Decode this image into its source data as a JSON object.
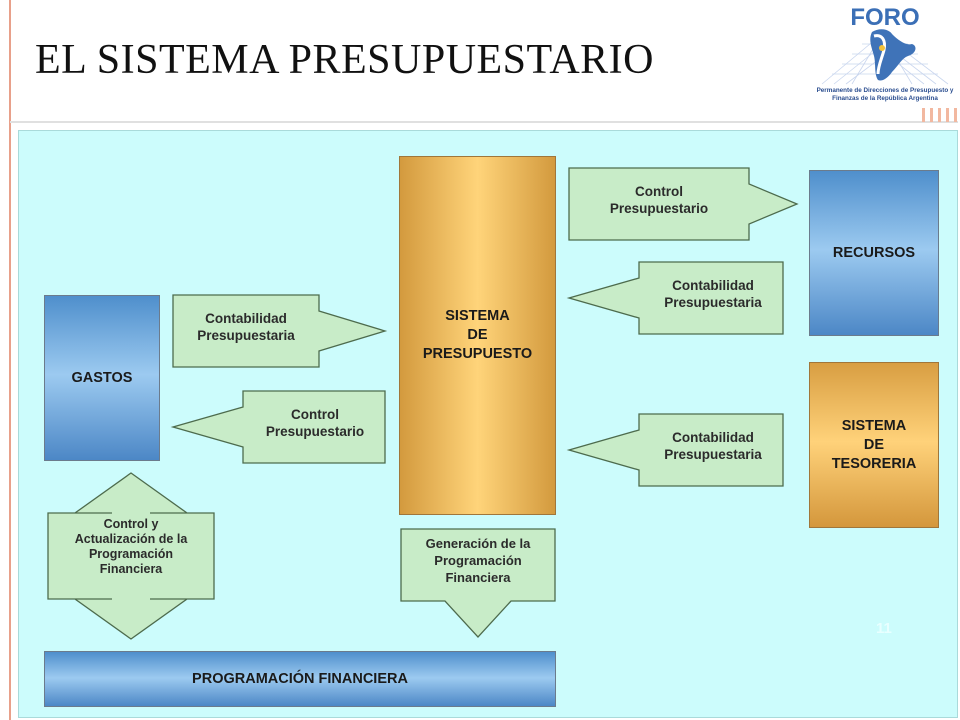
{
  "title": "EL SISTEMA PRESUPUESTARIO",
  "logo": {
    "word": "FORO",
    "caption": "Permanente de Direcciones de Presupuesto y Finanzas de la República Argentina"
  },
  "nodes": {
    "sistema": [
      "SISTEMA",
      "DE",
      "PRESUPUESTO"
    ],
    "recursos": "RECURSOS",
    "tesoreria": [
      "SISTEMA",
      "DE",
      "TESORERIA"
    ],
    "gastos": "GASTOS",
    "programacion": "PROGRAMACIÓN FINANCIERA"
  },
  "arrows": {
    "control_top": [
      "Control",
      "Presupuestario"
    ],
    "contab_recursos": [
      "Contabilidad",
      "Presupuestaria"
    ],
    "contab_gastos": [
      "Contabilidad",
      "Presupuestaria"
    ],
    "control_gastos": [
      "Control",
      "Presupuestario"
    ],
    "contab_tesoreria": [
      "Contabilidad",
      "Presupuestaria"
    ],
    "control_actualizacion": [
      "Control y",
      "Actualización de la",
      "Programación",
      "Financiera"
    ],
    "generacion": [
      "Generación de la",
      "Programación",
      "Financiera"
    ]
  },
  "page_number": "11",
  "colors": {
    "background": "#ccfcfc",
    "blue_box": "#7fb3e6",
    "orange_box": "#ffd27a",
    "arrow_fill": "#c8ecc8",
    "arrow_stroke": "#4d6b4d"
  }
}
